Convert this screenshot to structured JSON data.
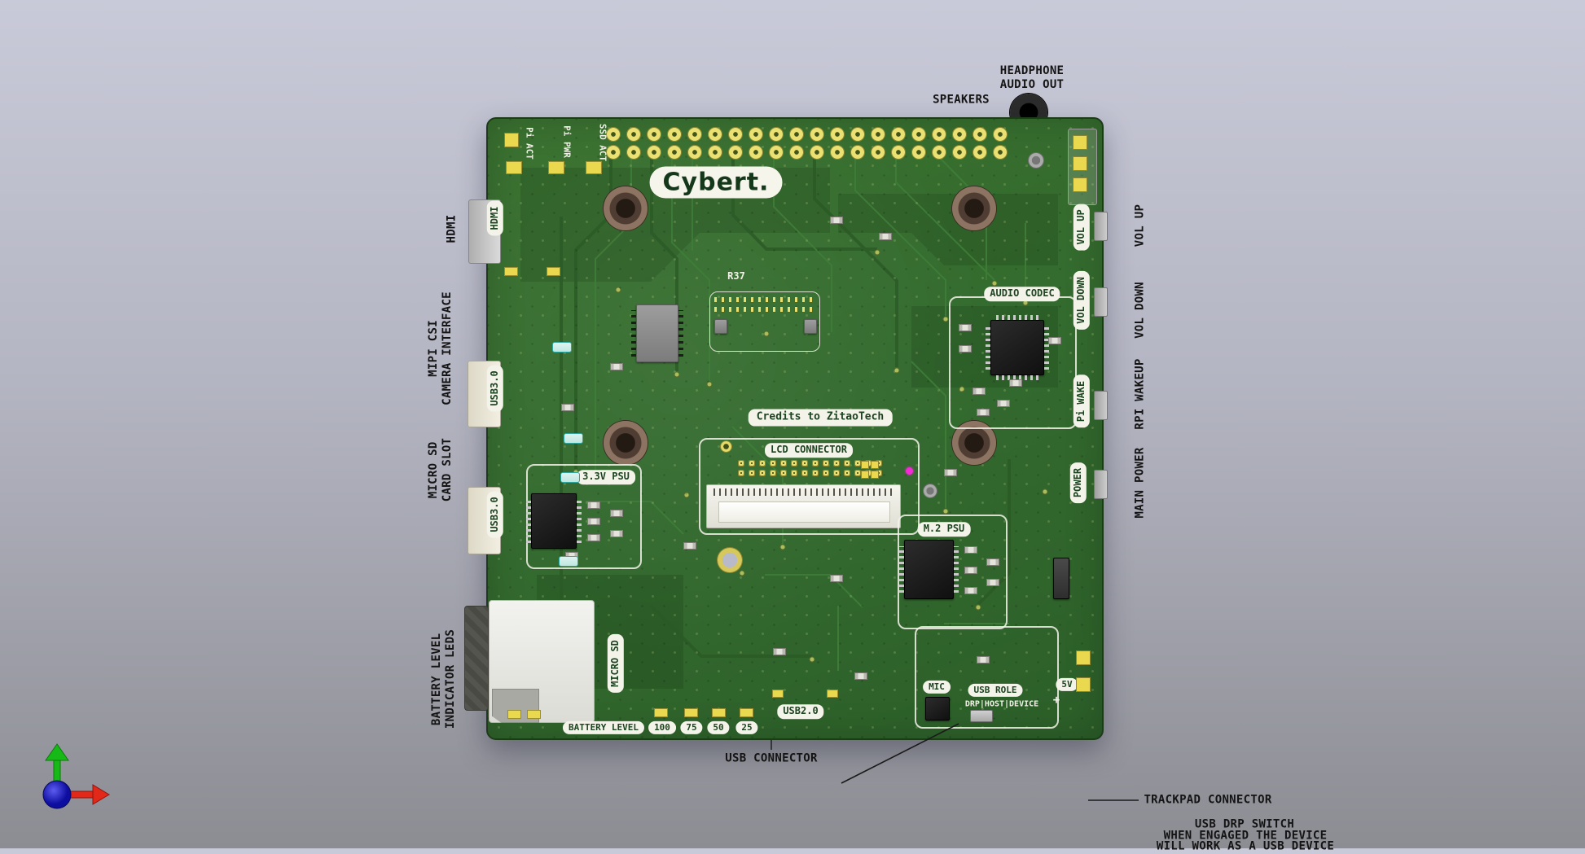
{
  "board": {
    "logo": "Cybert."
  },
  "silk": {
    "pi_act": "Pi ACT",
    "pi_pwr": "Pi PWR",
    "ssd_act": "SSD ACT",
    "hdmi": "HDMI",
    "usb3_upper": "USB3.0",
    "usb3_lower": "USB3.0",
    "r37": "R37",
    "credits": "Credits to ZitaoTech",
    "lcd_connector": "LCD CONNECTOR",
    "psu_3v3": "3.3V PSU",
    "psu_m2": "M.2 PSU",
    "audio_codec": "AUDIO CODEC",
    "micro_sd": "MICRO SD",
    "usb2": "USB2.0",
    "battery_level": "BATTERY LEVEL",
    "battery_levels": [
      "100",
      "75",
      "50",
      "25"
    ],
    "mic": "MIC",
    "usb_role": "USB ROLE",
    "usb_role_modes": "DRP|HOST|DEVICE",
    "vol_up": "VOL UP",
    "vol_down": "VOL DOWN",
    "pi_wake": "Pi WAKE",
    "power": "POWER",
    "plus": "+",
    "v5": "5V"
  },
  "callouts": {
    "headphone": "HEADPHONE\nAUDIO OUT",
    "speakers": "SPEAKERS",
    "hdmi": "HDMI",
    "mipi_csi": "MIPI CSI\nCAMERA INTERFACE",
    "micro_sd": "MICRO SD\nCARD SLOT",
    "battery_leds": "BATTERY LEVEL\nINDICATOR LEDS",
    "vol_up": "VOL UP",
    "vol_down": "VOL DOWN",
    "rpi_wakeup": "RPI WAKEUP",
    "main_power": "MAIN POWER",
    "usb_connector": "USB CONNECTOR",
    "trackpad_connector": "TRACKPAD CONNECTOR",
    "usb_drp_line1": "USB DRP SWITCH",
    "usb_drp_line2": "WHEN ENGAGED THE DEVICE",
    "usb_drp_line3": "WILL WORK AS A USB DEVICE"
  },
  "colors": {
    "board_green": "#336a2e",
    "silkscreen": "#f4f3ea",
    "pad_gold": "#ead84f",
    "accent_magenta": "#f32bd6"
  }
}
